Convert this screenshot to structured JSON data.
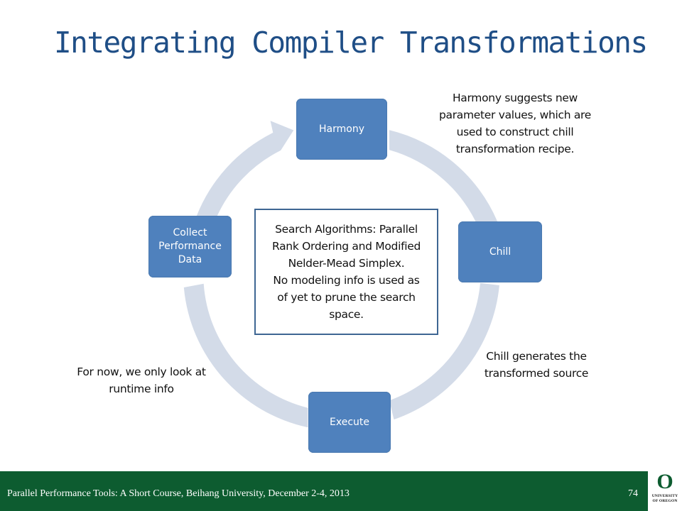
{
  "slide": {
    "title": "Integrating Compiler Transformations"
  },
  "diagram": {
    "nodes": {
      "harmony": "Harmony",
      "chill": "Chill",
      "execute": "Execute",
      "collect": [
        "Collect",
        "Performance",
        "Data"
      ]
    },
    "center_box": [
      "Search Algorithms: Parallel",
      "Rank Ordering and Modified",
      "Nelder-Mead Simplex.",
      "No modeling info is used as",
      "of yet to prune the search",
      "space."
    ],
    "notes": {
      "harmony": [
        "Harmony suggests new",
        "parameter values, which are",
        "used to construct chill",
        "transformation recipe."
      ],
      "chill": [
        "Chill generates the",
        "transformed source"
      ],
      "runtime": [
        "For now, we only look at",
        "runtime info"
      ]
    },
    "colors": {
      "node_fill": "#4f81bd",
      "cycle_arrow": "#d3dbe8",
      "center_border": "#3e6693"
    }
  },
  "footer": {
    "text": "Parallel Performance Tools: A Short Course, Beihang University, December 2-4, 2013",
    "page_number": "74",
    "logo_letter": "O",
    "logo_text": [
      "UNIVERSITY",
      "OF OREGON"
    ],
    "background": "#0d5c30"
  }
}
